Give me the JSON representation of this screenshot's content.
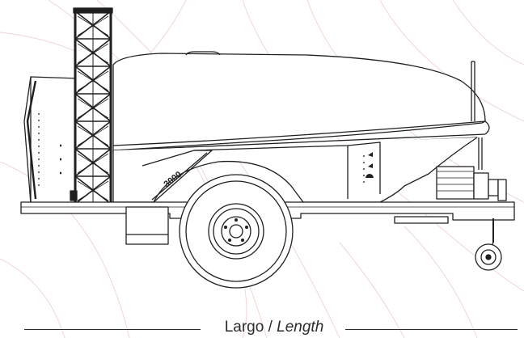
{
  "tank_badge": "3000",
  "dimension": {
    "label_es": "Largo",
    "separator": "/",
    "label_en": "Length"
  },
  "colors": {
    "line": "#1f1f1f",
    "watermark": "#f0d6d6",
    "background": "#ffffff"
  }
}
